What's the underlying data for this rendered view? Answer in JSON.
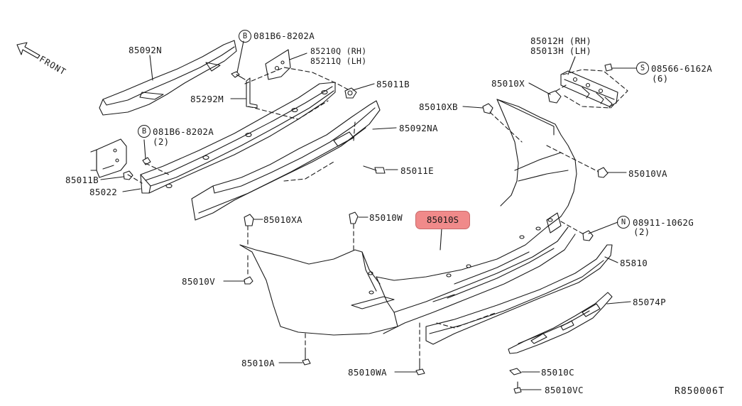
{
  "diagram": {
    "front_label": "FRONT",
    "reference": "R850006T",
    "highlighted_part": "85010S",
    "parts": {
      "p85092N": "85092N",
      "p081B6_a": "081B6-8202A",
      "p85210Q": "85210Q (RH)",
      "p85211Q": "85211Q (LH)",
      "p85011B_a": "85011B",
      "p85292M": "85292M",
      "p85092NA": "85092NA",
      "p081B6_b": "081B6-8202A",
      "p081B6_b_qty": "(2)",
      "p85011B_b": "85011B",
      "p85022": "85022",
      "p85011E": "85011E",
      "p85012H": "85012H (RH)",
      "p85013H": "85013H (LH)",
      "p85010X": "85010X",
      "p08566": "08566-6162A",
      "p08566_qty": "(6)",
      "p85010XB": "85010XB",
      "p85010VA": "85010VA",
      "p85010XA": "85010XA",
      "p85010W": "85010W",
      "p08911": "08911-1062G",
      "p08911_qty": "(2)",
      "p85810": "85810",
      "p85010V": "85010V",
      "p85074P": "85074P",
      "p85010C": "85010C",
      "p85010A": "85010A",
      "p85010WA": "85010WA",
      "p85010VC": "85010VC"
    },
    "circle_letters": {
      "b1": "B",
      "b2": "B",
      "s": "S",
      "n": "N"
    }
  }
}
